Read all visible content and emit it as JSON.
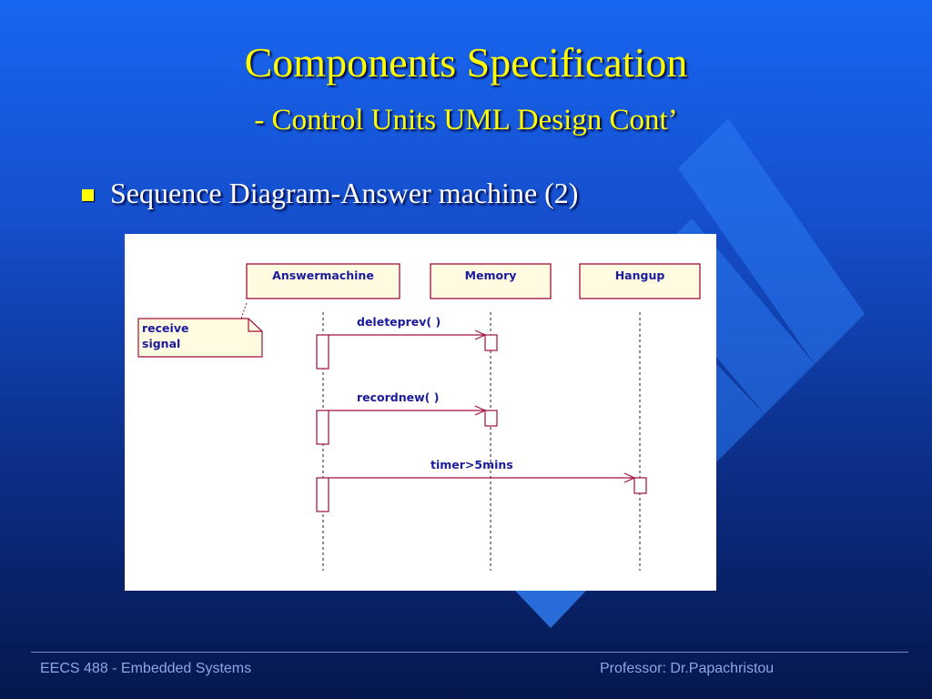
{
  "slide": {
    "title": "Components Specification",
    "subtitle": "- Control Units UML Design Cont’",
    "bullet": "Sequence Diagram-Answer machine (2)"
  },
  "diagram": {
    "lifelines": [
      "Answermachine",
      "Memory",
      "Hangup"
    ],
    "note": [
      "receive",
      "signal"
    ],
    "messages": [
      {
        "label": "deleteprev( )",
        "from": "Answermachine",
        "to": "Memory"
      },
      {
        "label": "recordnew( )",
        "from": "Answermachine",
        "to": "Memory"
      },
      {
        "label": "timer>5mins",
        "from": "Answermachine",
        "to": "Hangup"
      }
    ]
  },
  "footer": {
    "left": "EECS 488 - Embedded Systems",
    "right": "Professor: Dr.Papachristou"
  },
  "colors": {
    "title": "#ffff00",
    "diagram_text": "#1a1a9c",
    "diagram_lines": "#a0103a",
    "box_fill": "#fffbe0"
  }
}
